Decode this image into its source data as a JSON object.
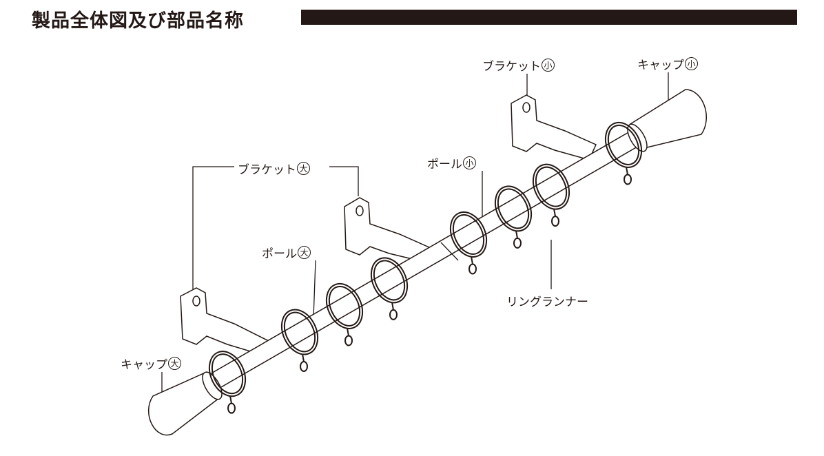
{
  "title": "製品全体図及び部品名称",
  "labels": {
    "bracket_large": {
      "name": "ブラケット",
      "size": "大"
    },
    "bracket_small": {
      "name": "ブラケット",
      "size": "小"
    },
    "cap_large": {
      "name": "キャップ",
      "size": "大"
    },
    "cap_small": {
      "name": "キャップ",
      "size": "小"
    },
    "pole_large": {
      "name": "ポール",
      "size": "大"
    },
    "pole_small": {
      "name": "ポール",
      "size": "小"
    },
    "ring_runner": {
      "name": "リングランナー"
    }
  },
  "colors": {
    "ink": "#231815"
  }
}
